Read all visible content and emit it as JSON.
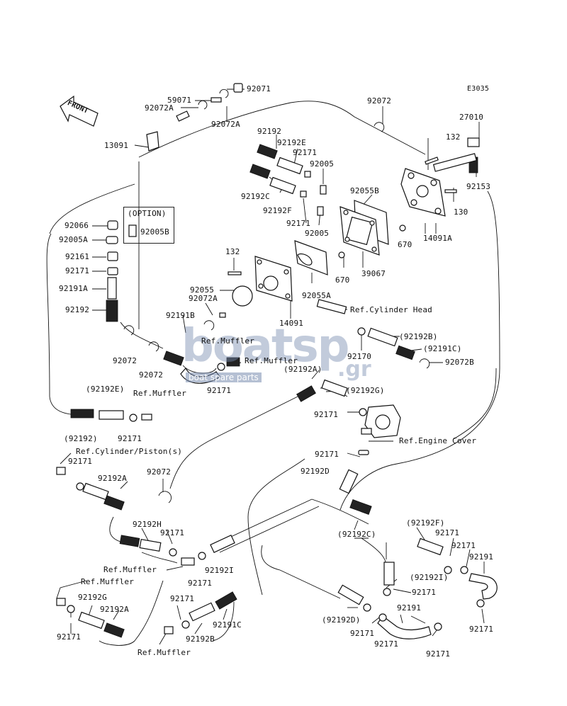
{
  "diagram_code": "E3035",
  "front_label": "FRONT",
  "option_label": "(OPTION)",
  "watermark": {
    "brand": "boatsp",
    "domain": ".gr",
    "tagline": "boat spare parts"
  },
  "labels": [
    {
      "id": "l1",
      "text": "92071"
    },
    {
      "id": "l2",
      "text": "59071"
    },
    {
      "id": "l3",
      "text": "92072A"
    },
    {
      "id": "l4",
      "text": "92072A"
    },
    {
      "id": "l5",
      "text": "92072"
    },
    {
      "id": "l6",
      "text": "E3035"
    },
    {
      "id": "l7",
      "text": "27010"
    },
    {
      "id": "l8",
      "text": "13091"
    },
    {
      "id": "l9",
      "text": "92192"
    },
    {
      "id": "l10",
      "text": "92192E"
    },
    {
      "id": "l11",
      "text": "92171"
    },
    {
      "id": "l12",
      "text": "132"
    },
    {
      "id": "l13",
      "text": "92005"
    },
    {
      "id": "l14",
      "text": "92192C"
    },
    {
      "id": "l15",
      "text": "92192F"
    },
    {
      "id": "l16",
      "text": "92055B"
    },
    {
      "id": "l17",
      "text": "92153"
    },
    {
      "id": "l18",
      "text": "130"
    },
    {
      "id": "l19",
      "text": "92066"
    },
    {
      "id": "l20",
      "text": "92005B"
    },
    {
      "id": "l21",
      "text": "92005A"
    },
    {
      "id": "l22",
      "text": "92171"
    },
    {
      "id": "l23",
      "text": "92005"
    },
    {
      "id": "l24",
      "text": "14091A"
    },
    {
      "id": "l25",
      "text": "670"
    },
    {
      "id": "l26",
      "text": "92161"
    },
    {
      "id": "l27",
      "text": "132"
    },
    {
      "id": "l28",
      "text": "92171"
    },
    {
      "id": "l29",
      "text": "670"
    },
    {
      "id": "l30",
      "text": "39067"
    },
    {
      "id": "l31",
      "text": "92191A"
    },
    {
      "id": "l32",
      "text": "92055"
    },
    {
      "id": "l33",
      "text": "92055A"
    },
    {
      "id": "l34",
      "text": "92072A"
    },
    {
      "id": "l35",
      "text": "92192"
    },
    {
      "id": "l36",
      "text": "92191B"
    },
    {
      "id": "l37",
      "text": "Ref.Cylinder Head"
    },
    {
      "id": "l38",
      "text": "14091"
    },
    {
      "id": "l39",
      "text": "(92192B)"
    },
    {
      "id": "l40",
      "text": "Ref.Muffler"
    },
    {
      "id": "l41",
      "text": "92170"
    },
    {
      "id": "l42",
      "text": "(92191C)"
    },
    {
      "id": "l43",
      "text": "92072"
    },
    {
      "id": "l44",
      "text": "92072"
    },
    {
      "id": "l45",
      "text": "Ref.Muffler"
    },
    {
      "id": "l46",
      "text": "92072B"
    },
    {
      "id": "l47",
      "text": "(92192A)"
    },
    {
      "id": "l48",
      "text": "92171"
    },
    {
      "id": "l49",
      "text": "(92192E)"
    },
    {
      "id": "l50",
      "text": "Ref.Muffler"
    },
    {
      "id": "l51",
      "text": "(92192G)"
    },
    {
      "id": "l52",
      "text": "92171"
    },
    {
      "id": "l53",
      "text": "(92192)"
    },
    {
      "id": "l54",
      "text": "92171"
    },
    {
      "id": "l55",
      "text": "Ref.Engine Cover"
    },
    {
      "id": "l56",
      "text": "Ref.Cylinder/Piston(s)"
    },
    {
      "id": "l57",
      "text": "92171"
    },
    {
      "id": "l58",
      "text": "92072"
    },
    {
      "id": "l59",
      "text": "92171"
    },
    {
      "id": "l60",
      "text": "92192A"
    },
    {
      "id": "l61",
      "text": "92192D"
    },
    {
      "id": "l62",
      "text": "92192H"
    },
    {
      "id": "l63",
      "text": "92171"
    },
    {
      "id": "l64",
      "text": "(92192F)"
    },
    {
      "id": "l65",
      "text": "(92192C)"
    },
    {
      "id": "l66",
      "text": "92171"
    },
    {
      "id": "l67",
      "text": "92171"
    },
    {
      "id": "l68",
      "text": "Ref.Muffler"
    },
    {
      "id": "l69",
      "text": "92192I"
    },
    {
      "id": "l70",
      "text": "92191"
    },
    {
      "id": "l71",
      "text": "92171"
    },
    {
      "id": "l72",
      "text": "Ref.Muffler"
    },
    {
      "id": "l73",
      "text": "(92192I)"
    },
    {
      "id": "l74",
      "text": "92171"
    },
    {
      "id": "l75",
      "text": "92192G"
    },
    {
      "id": "l76",
      "text": "92171"
    },
    {
      "id": "l77",
      "text": "92192A"
    },
    {
      "id": "l78",
      "text": "92191C"
    },
    {
      "id": "l79",
      "text": "(92192D)"
    },
    {
      "id": "l80",
      "text": "92191"
    },
    {
      "id": "l81",
      "text": "92171"
    },
    {
      "id": "l82",
      "text": "92192B"
    },
    {
      "id": "l83",
      "text": "92171"
    },
    {
      "id": "l84",
      "text": "92171"
    },
    {
      "id": "l85",
      "text": "92171"
    },
    {
      "id": "l86",
      "text": "Ref.Muffler"
    },
    {
      "id": "l87",
      "text": "92171"
    }
  ]
}
